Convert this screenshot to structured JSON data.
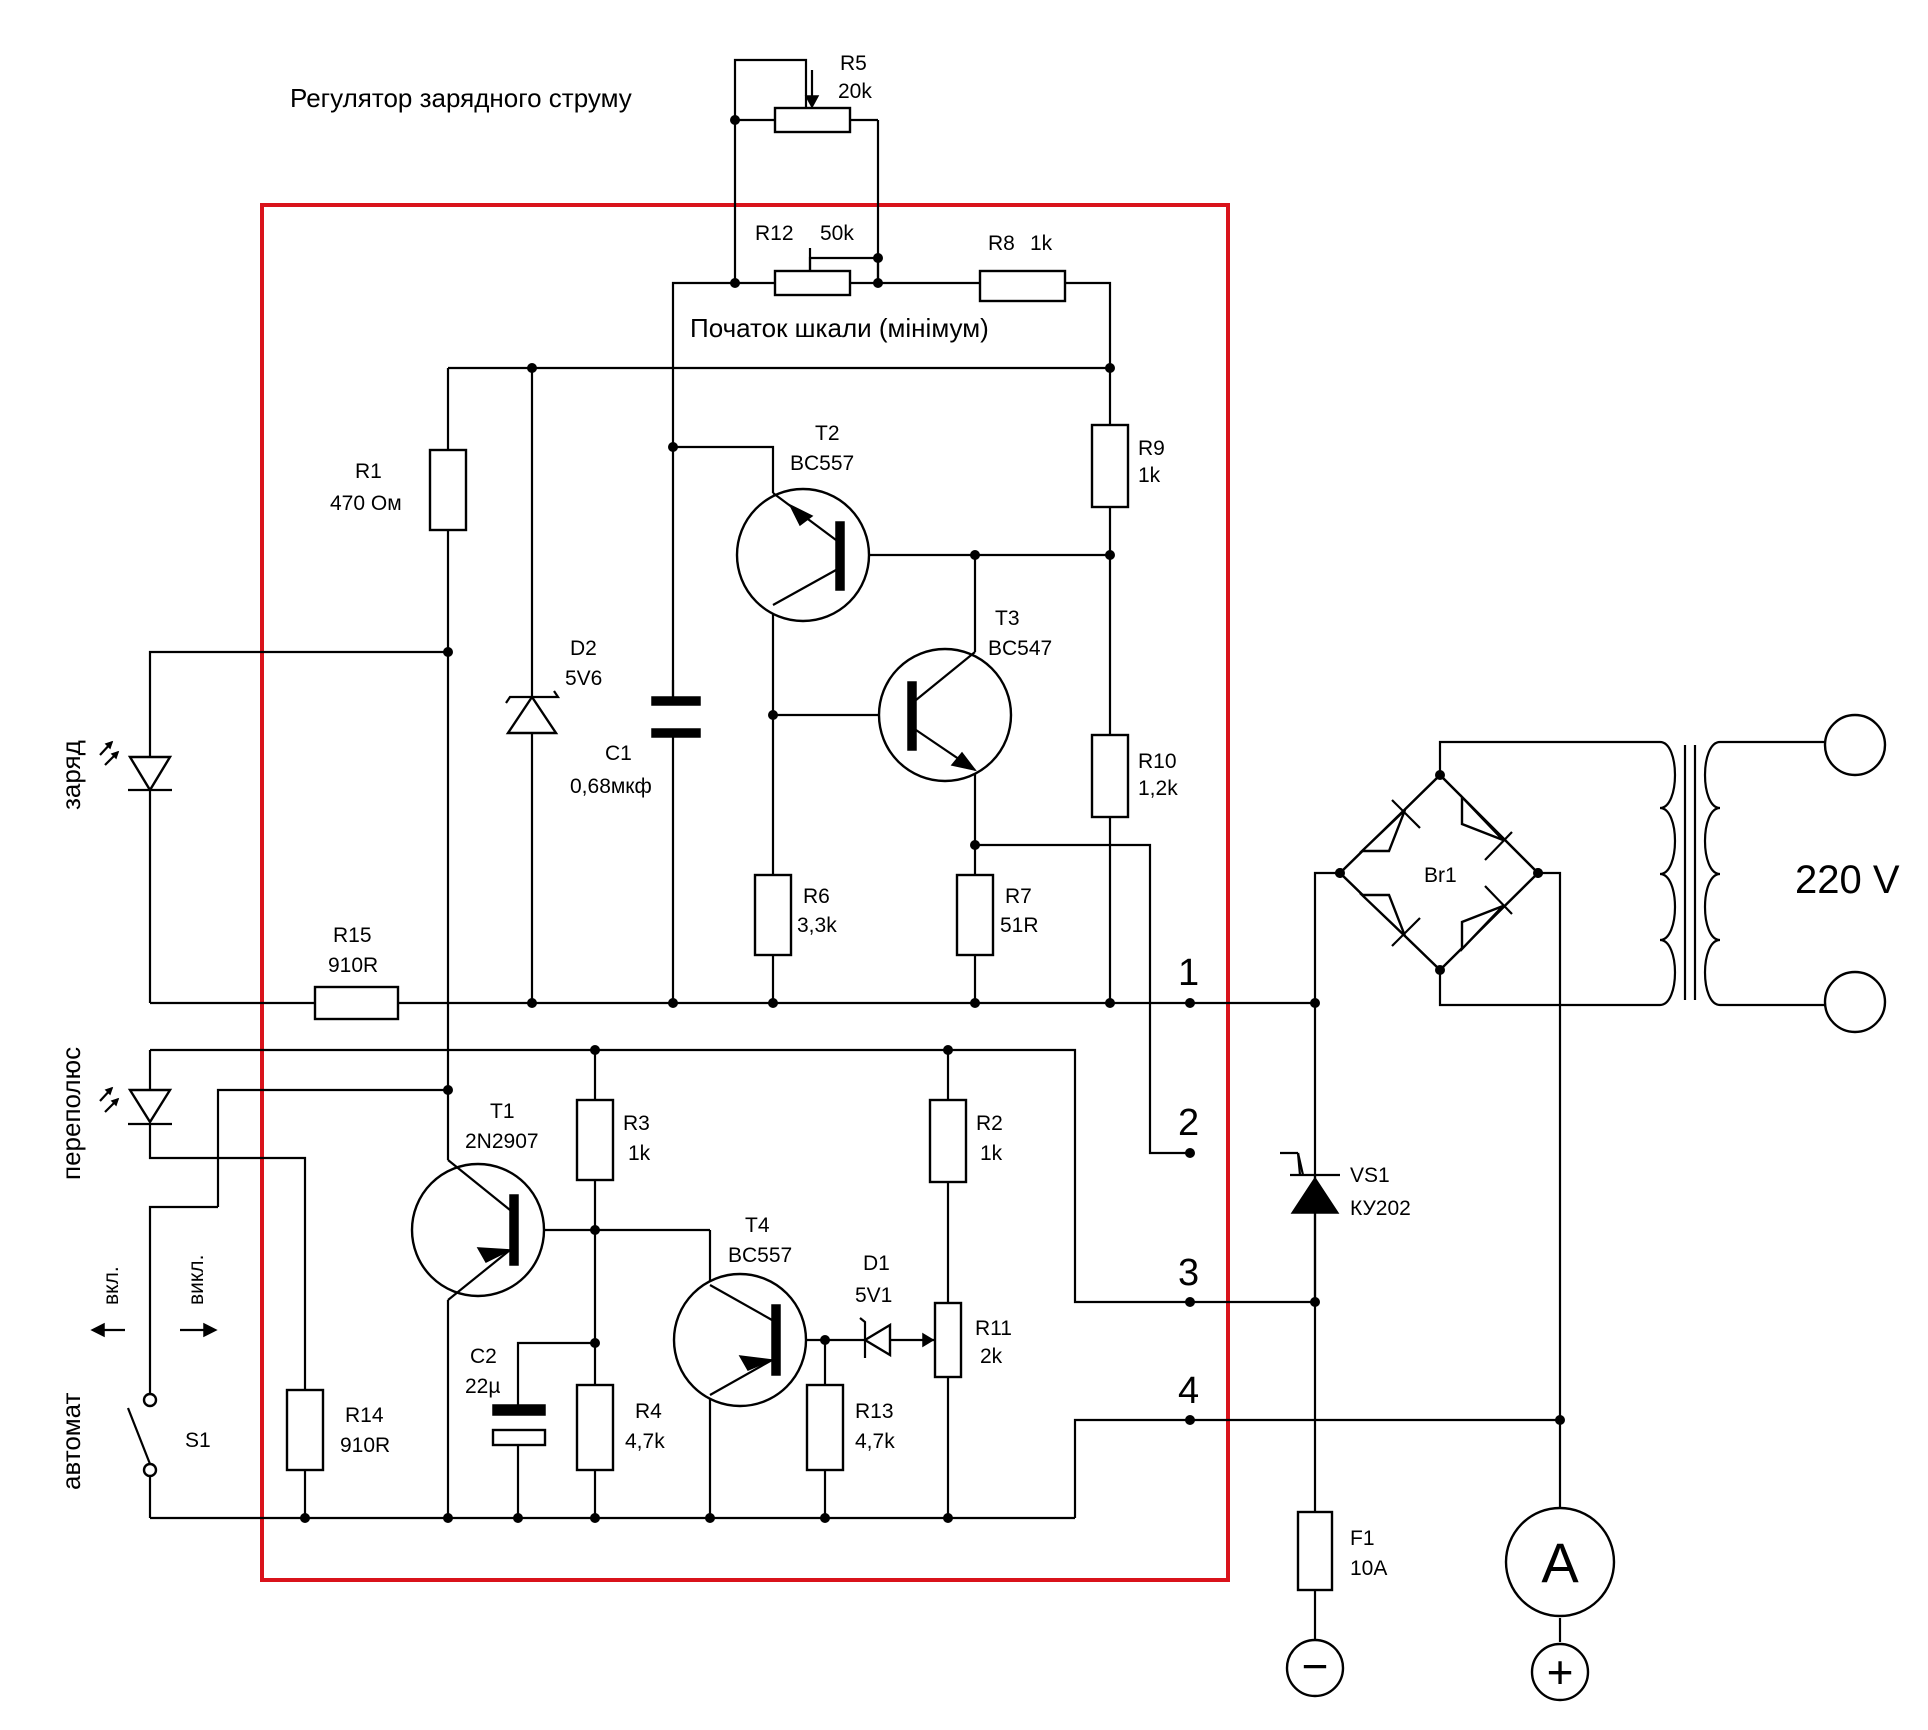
{
  "annotations": {
    "current_regulator": "Регулятор зарядного струму",
    "scale_start": "Початок шкали (мінімум)",
    "led_charge": "заряд",
    "led_reverse": "переполюс",
    "mode_auto": "автомат",
    "switch_on": "вкл.",
    "switch_off": "викл.",
    "mains_voltage": "220 V"
  },
  "components": {
    "R1": {
      "ref": "R1",
      "value": "470 Ом"
    },
    "R2": {
      "ref": "R2",
      "value": "1k"
    },
    "R3": {
      "ref": "R3",
      "value": "1k"
    },
    "R4": {
      "ref": "R4",
      "value": "4,7k"
    },
    "R5": {
      "ref": "R5",
      "value": "20k"
    },
    "R6": {
      "ref": "R6",
      "value": "3,3k"
    },
    "R7": {
      "ref": "R7",
      "value": "51R"
    },
    "R8": {
      "ref": "R8",
      "value": "1k"
    },
    "R9": {
      "ref": "R9",
      "value": "1k"
    },
    "R10": {
      "ref": "R10",
      "value": "1,2k"
    },
    "R11": {
      "ref": "R11",
      "value": "2k"
    },
    "R12": {
      "ref": "R12",
      "value": "50k"
    },
    "R13": {
      "ref": "R13",
      "value": "4,7k"
    },
    "R14": {
      "ref": "R14",
      "value": "910R"
    },
    "R15": {
      "ref": "R15",
      "value": "910R"
    },
    "C1": {
      "ref": "C1",
      "value": "0,68мкф"
    },
    "C2": {
      "ref": "C2",
      "value": "22µ"
    },
    "D1": {
      "ref": "D1",
      "value": "5V1"
    },
    "D2": {
      "ref": "D2",
      "value": "5V6"
    },
    "T1": {
      "ref": "T1",
      "value": "2N2907"
    },
    "T2": {
      "ref": "T2",
      "value": "BC557"
    },
    "T3": {
      "ref": "T3",
      "value": "BC547"
    },
    "T4": {
      "ref": "T4",
      "value": "BC557"
    },
    "VS1": {
      "ref": "VS1",
      "value": "КУ202"
    },
    "F1": {
      "ref": "F1",
      "value": "10A"
    },
    "Br1": {
      "ref": "Br1"
    },
    "S1": {
      "ref": "S1"
    }
  },
  "connector_pins": [
    "1",
    "2",
    "3",
    "4"
  ],
  "terminals": {
    "ammeter": "A",
    "negative": "−",
    "positive": "+"
  },
  "colors": {
    "module_border": "#d9131b",
    "lines": "#000000"
  }
}
